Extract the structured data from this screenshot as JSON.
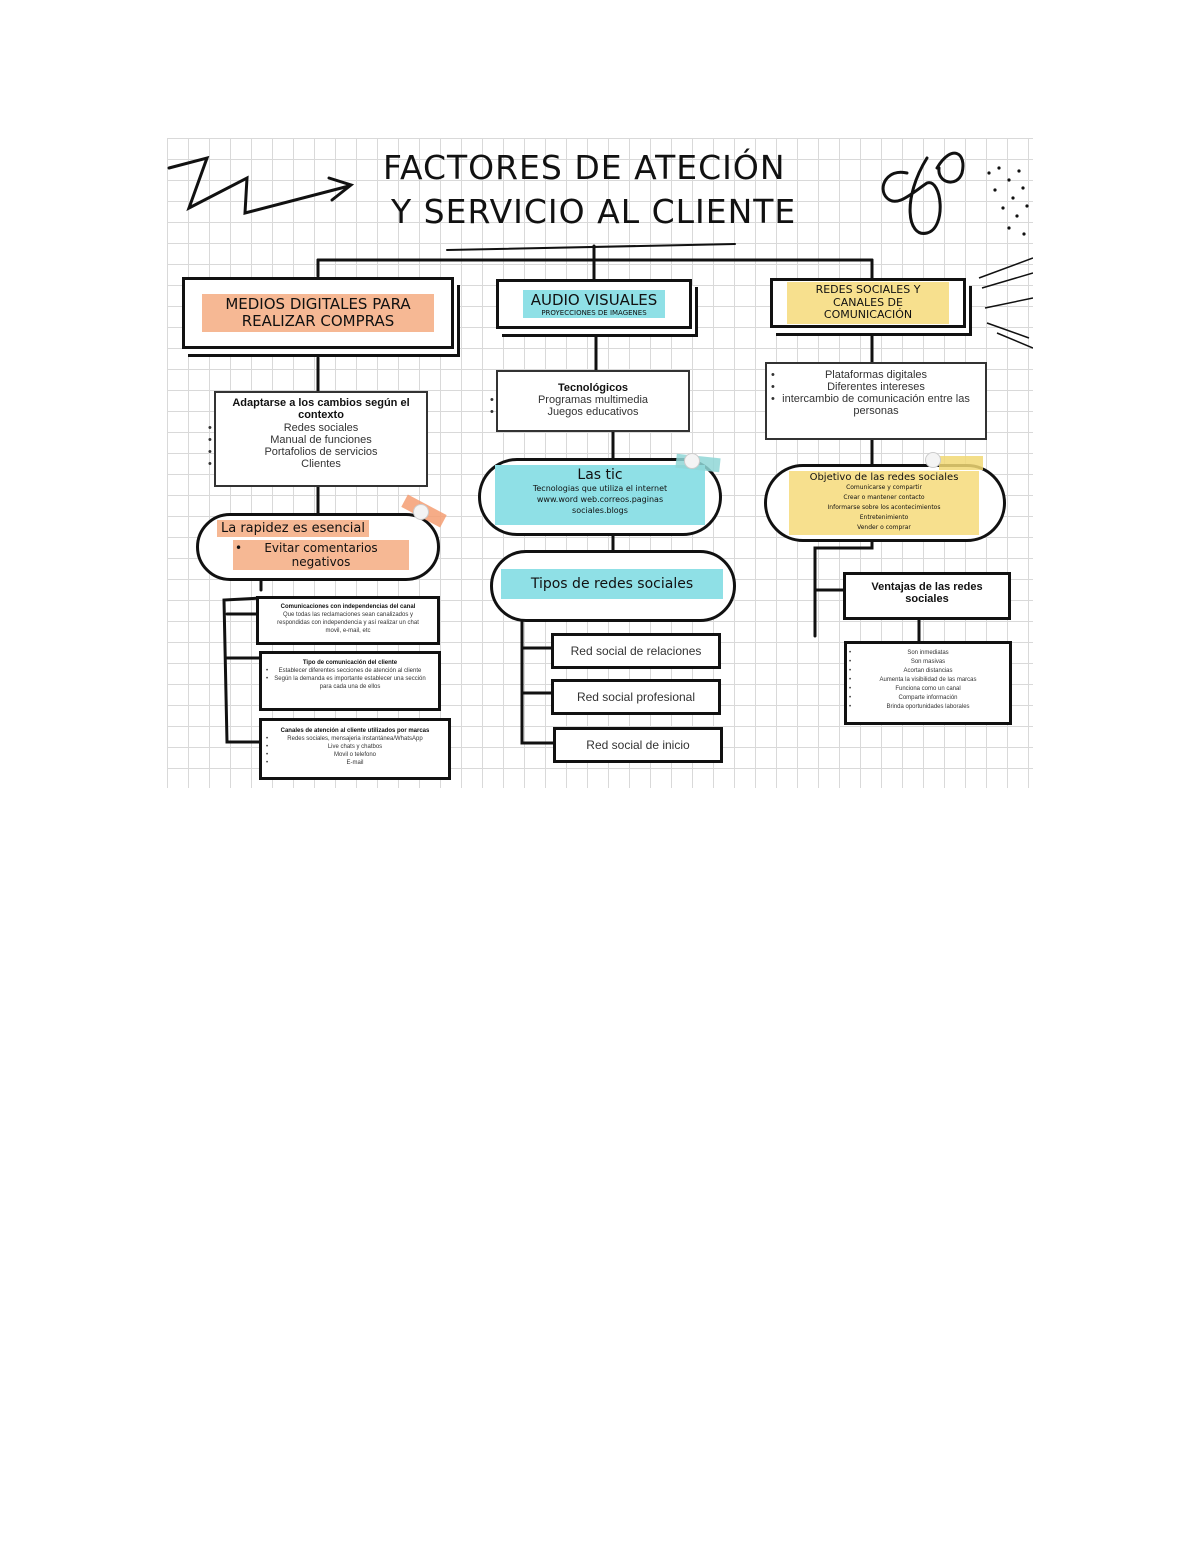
{
  "title": {
    "line1": "FACTORES DE ATECIÓN",
    "line2": "Y SERVICIO AL CLIENTE"
  },
  "columns": {
    "left": {
      "header": "MEDIOS DIGITALES PARA REALIZAR COMPRAS",
      "box1": {
        "title": "Adaptarse a los cambios según el contexto",
        "items": [
          "Redes sociales",
          "Manual de funciones",
          "Portafolios de servicios",
          "Clientes"
        ]
      },
      "pill": {
        "title": "La rapidez es esencial",
        "item": "Evitar comentarios negativos"
      },
      "sub1": {
        "title": "Comunicaciones con independencias del canal",
        "text": "Que todas las reclamaciones sean canalizados y respondidas con independencia y así realizar un chat movil, e-mail, etc"
      },
      "sub2": {
        "title": "Tipo de comunicación del cliente",
        "items": [
          "Establecer diferentes secciones de atención al cliente",
          "Según la demanda es importante establecer una sección para cada una de ellos"
        ]
      },
      "sub3": {
        "title": "Canales de atención al cliente utilizados por marcas",
        "items": [
          "Redes sociales, mensajeria instantánea/WhatsApp",
          "Live chats y chatbos",
          "Movil o telefono",
          "E-mail"
        ]
      }
    },
    "middle": {
      "header_title": "AUDIO VISUALES",
      "header_item": "PROYECCIONES DE IMAGENES",
      "box1": {
        "title": "Tecnológicos",
        "items": [
          "Programas multimedia",
          "Juegos educativos"
        ]
      },
      "pill": {
        "title": "Las tic",
        "item": "Tecnologias que utiliza el internet www.word web.correos.paginas sociales.blogs"
      },
      "types_title": "Tipos de redes sociales",
      "types": [
        "Red social de relaciones",
        "Red social profesional",
        "Red social de inicio"
      ]
    },
    "right": {
      "header": "REDES SOCIALES Y CANALES DE COMUNICACIÓN",
      "box1": {
        "items": [
          "Plataformas digitales",
          "Diferentes intereses",
          "intercambio de comunicación entre las personas"
        ]
      },
      "pill": {
        "title": "Objetivo de las redes sociales",
        "items": [
          "Comunicarse y compartir",
          "Crear o mantener contacto",
          "Informarse sobre los acontecimientos",
          "Entretenimiento",
          "Vender o comprar"
        ]
      },
      "ventajas_title": "Ventajas de las redes sociales",
      "ventajas": [
        "Son inmediatas",
        "Son masivas",
        "Acortan distancias",
        "Aumenta la visibilidad de las marcas",
        "Funciona como un canal",
        "Comparte información",
        "Brinda oportunidades laborales"
      ]
    }
  },
  "colors": {
    "orange": "#f6b894",
    "cyan": "#8fe0e6",
    "yellow": "#f7e08e",
    "ink": "#111111"
  }
}
